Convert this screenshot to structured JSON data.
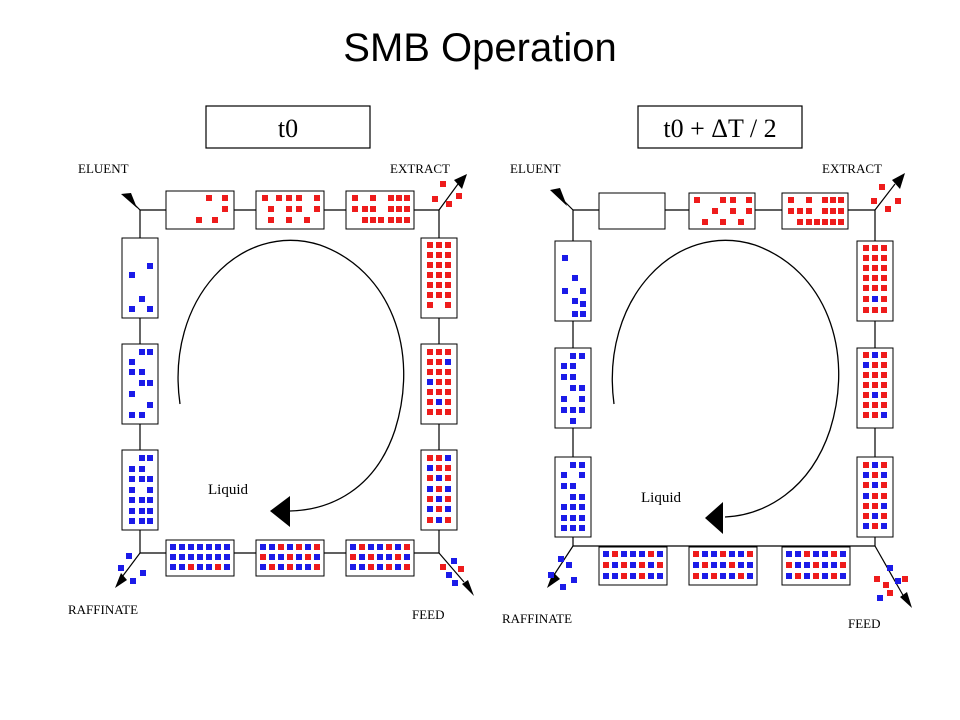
{
  "title": "SMB Operation",
  "colors": {
    "red": "#ee1c1c",
    "blue": "#1b1be8",
    "line": "#000000"
  },
  "panels": [
    {
      "time_label": "t0",
      "port_labels": {
        "eluent": "ELUENT",
        "extract": "EXTRACT",
        "raffinate": "RAFFINATE",
        "feed": "FEED"
      },
      "liquid_label": "Liquid"
    },
    {
      "time_label": "t0 + ΔT / 2",
      "port_labels": {
        "eluent": "ELUENT",
        "extract": "EXTRACT",
        "raffinate": "RAFFINATE",
        "feed": "FEED"
      },
      "liquid_label": "Liquid"
    }
  ]
}
